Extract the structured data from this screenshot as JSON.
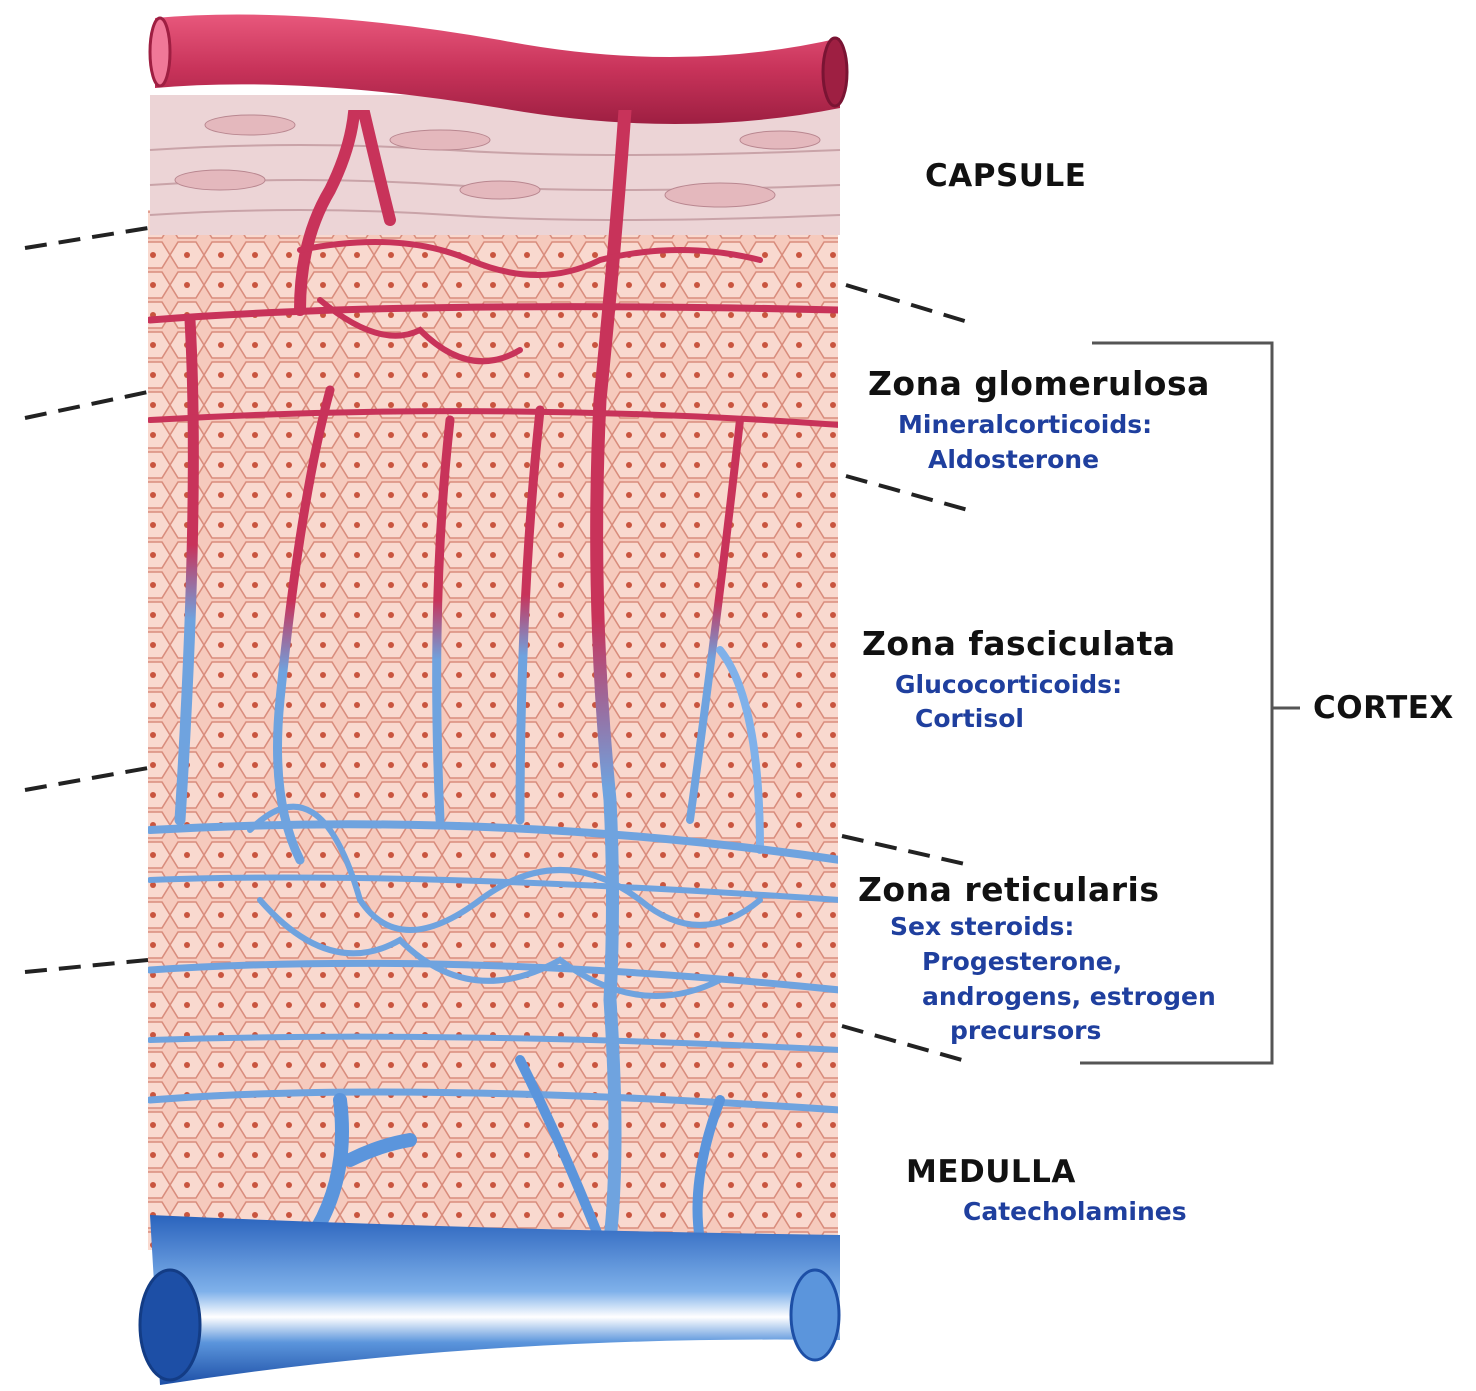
{
  "labels": {
    "capsule": "CAPSULE",
    "cortex": "CORTEX",
    "medulla": {
      "title": "MEDULLA",
      "hormone": "Catecholamines"
    },
    "zona_glomerulosa": {
      "title": "Zona glomerulosa",
      "hormone_line1": "Mineralcorticoids:",
      "hormone_line2": "Aldosterone"
    },
    "zona_fasciculata": {
      "title": "Zona fasciculata",
      "hormone_line1": "Glucocorticoids:",
      "hormone_line2": "Cortisol"
    },
    "zona_reticularis": {
      "title": "Zona reticularis",
      "hormone_line1": "Sex steroids:",
      "hormone_line2": "Progesterone,",
      "hormone_line3": "androgens, estrogen",
      "hormone_line4": "precursors"
    }
  },
  "colors": {
    "artery": "#c8335a",
    "vein": "#2f6fc4",
    "tissue": "#f3c2b6",
    "capsule": "#ecd4d6",
    "label_text": "#111111",
    "hormone_text": "#1f3f9e"
  }
}
